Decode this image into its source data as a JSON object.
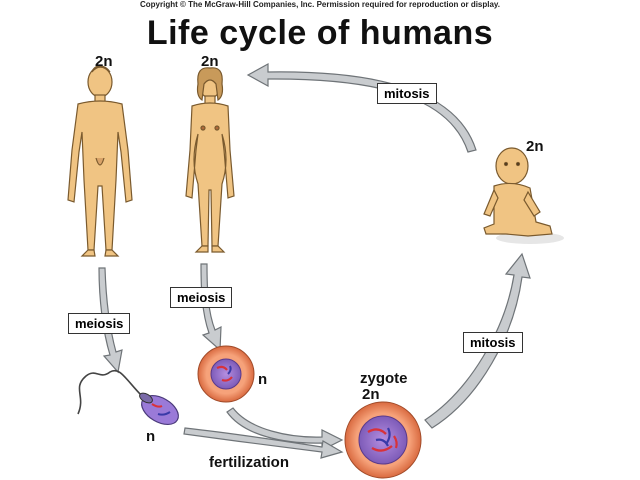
{
  "copyright": "Copyright © The McGraw-Hill Companies, Inc. Permission required for reproduction or display.",
  "title": "Life cycle of humans",
  "labels": {
    "male_ploidy": "2n",
    "female_ploidy": "2n",
    "baby_ploidy": "2n",
    "egg_ploidy": "n",
    "sperm_ploidy": "n",
    "zygote": "zygote",
    "zygote_ploidy": "2n",
    "fertilization": "fertilization"
  },
  "process_boxes": {
    "mitosis_top": "mitosis",
    "mitosis_right": "mitosis",
    "meiosis_male": "meiosis",
    "meiosis_female": "meiosis"
  },
  "colors": {
    "skin": "#f0c483",
    "skin_outline": "#7a5a2e",
    "arrow_fill": "#c9cccf",
    "arrow_stroke": "#6f7478",
    "cell_membrane": "#e8845a",
    "cell_inner": "#a07ad0",
    "chromosome_red": "#d8323a",
    "chromosome_blue": "#3a3aa8",
    "sperm_head": "#9a7ad8"
  }
}
